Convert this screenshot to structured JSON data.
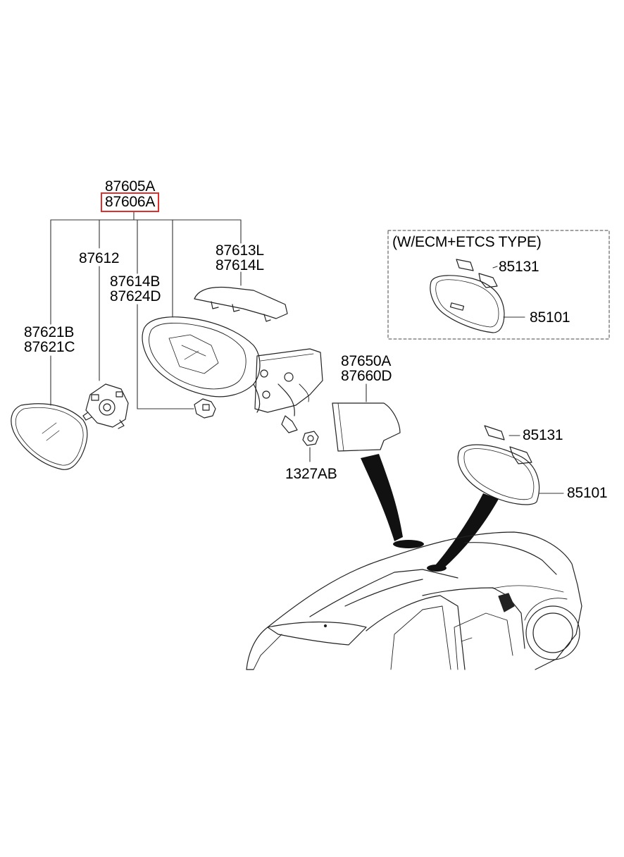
{
  "labels": {
    "assy_1": "87605A",
    "assy_2": "87606A",
    "actuator": "87612",
    "cover_1": "87613L",
    "cover_2": "87614L",
    "lamp_1": "87614B",
    "lamp_2": "87624D",
    "glass_1": "87621B",
    "glass_2": "87621C",
    "cap_1": "87650A",
    "cap_2": "87660D",
    "nut": "1327AB",
    "ecm_cover_1": "85131",
    "ecm_mirror_1": "85101",
    "ecm_cover_2": "85131",
    "ecm_mirror_2": "85101"
  },
  "variant_box": {
    "title": "(W/ECM+ETCS TYPE)"
  },
  "highlight": {
    "color": "#e0302e",
    "part": "87606A"
  }
}
